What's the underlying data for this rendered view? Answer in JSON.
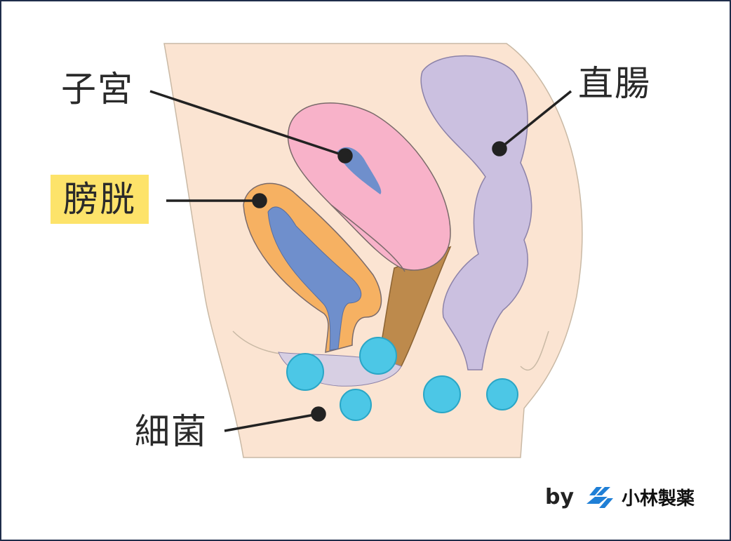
{
  "labels": {
    "uterus": "子宮",
    "bladder": "膀胱",
    "rectum": "直腸",
    "bacteria": "細菌"
  },
  "credit": {
    "by": "by",
    "company": "小林製薬"
  },
  "colors": {
    "skin": "#fbe4d2",
    "bladder": "#f6b162",
    "uterus": "#f8b2c9",
    "rectum": "#cbc0e0",
    "vagina": "#bd8a4c",
    "cavity": "#6f8fcc",
    "bacteria": "#4cc7e6",
    "highlight": "#fde36a",
    "logo": "#1f7fd6"
  }
}
